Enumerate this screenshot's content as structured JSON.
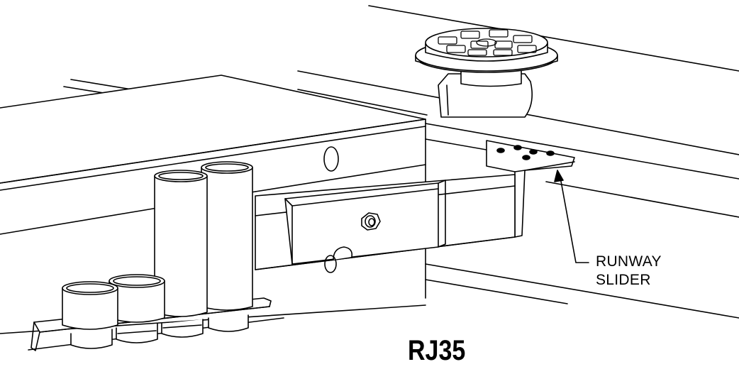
{
  "callout": {
    "line1": "RUNWAY",
    "line2": "SLIDER"
  },
  "model_code": "RJ35",
  "colors": {
    "ink": "#000000",
    "paper": "#ffffff"
  }
}
